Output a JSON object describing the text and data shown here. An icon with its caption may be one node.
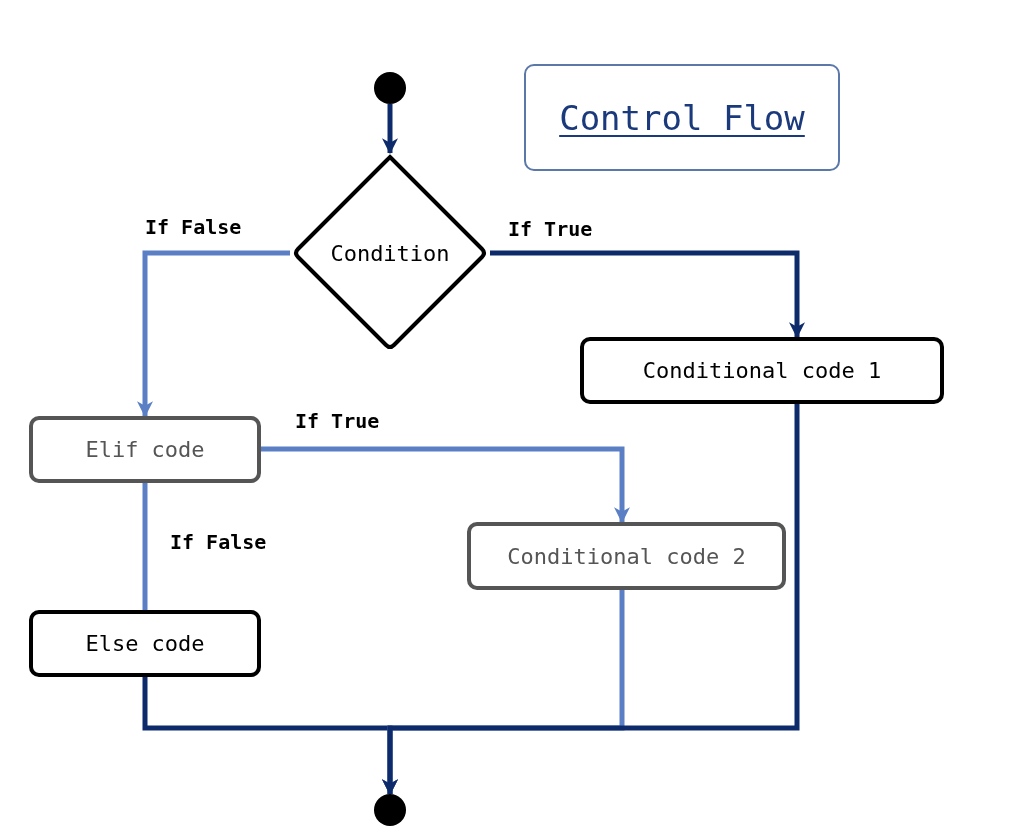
{
  "diagram": {
    "title": "Control Flow",
    "nodes": [
      {
        "text": [],
        "shape": "circle"
      },
      {
        "text": [
          "Condition"
        ]
      },
      {
        "text": [
          "Conditional code 1"
        ]
      },
      {
        "text": [
          "Elif code"
        ]
      },
      {
        "text": [
          "Conditional code 2"
        ]
      },
      {
        "text": [
          "Else code"
        ]
      },
      {
        "text": [],
        "shape": "circle"
      }
    ],
    "edges": [
      {
        "from": 0,
        "to": 1,
        "arrow": "to"
      },
      {
        "from": 1,
        "to": 3,
        "arrow": "to",
        "label": "If False",
        "color": "#5b7fc4"
      },
      {
        "from": 1,
        "to": 2,
        "arrow": "to",
        "label": "If True"
      },
      {
        "from": 3,
        "to": 4,
        "arrow": "to",
        "label": "If True",
        "color": "#5b7fc4"
      },
      {
        "from": 3,
        "to": 5,
        "arrow": "none",
        "label": "If False",
        "color": "#5b7fc4"
      },
      {
        "from": 5,
        "to": 6,
        "arrow": "to"
      },
      {
        "from": 4,
        "to": 6,
        "arrow": "to",
        "color": "#5b7fc4"
      },
      {
        "from": 2,
        "to": 6,
        "arrow": "to"
      }
    ]
  }
}
